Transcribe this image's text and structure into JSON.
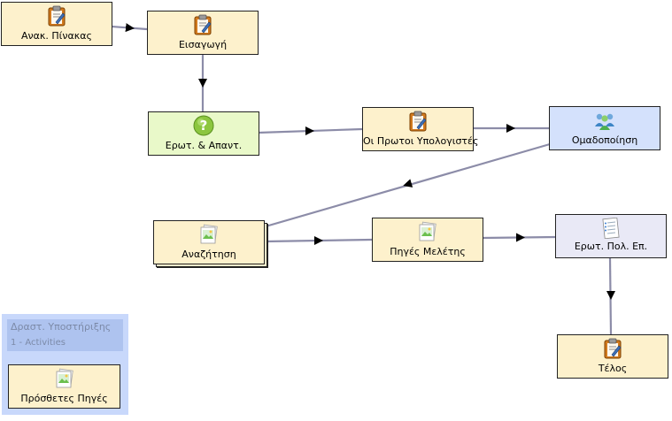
{
  "nodes": {
    "table_of_contents": "Ανακ. Πίνακας",
    "introduction": "Εισαγωγή",
    "qa": "Ερωτ. & Απαντ.",
    "first_computers": "Οι Πρωτοι Υπολογιστές",
    "grouping": "Ομαδοποίηση",
    "search": "Αναζήτηση",
    "study_sources": "Πηγές Μελέτης",
    "multiple_choice": "Ερωτ. Πολ. Επ.",
    "end": "Τέλος"
  },
  "support_panel": {
    "title": "Δραστ. Υποστήριξης",
    "count_label": "1 - Activities",
    "item": "Πρόσθετες Πηγές"
  },
  "colors": {
    "activity_fill": "#fdf1cc",
    "question_fill": "#e9f9c9",
    "grouping_fill": "#d4e1fc",
    "survey_fill": "#e9e9f6",
    "connector": "#8c8ca8",
    "support_panel": "#c8d8fb"
  },
  "icons": {
    "table_of_contents": "clipboard-icon",
    "introduction": "clipboard-icon",
    "qa": "question-icon",
    "first_computers": "clipboard-icon",
    "grouping": "people-group-icon",
    "search": "image-icon",
    "study_sources": "image-icon",
    "multiple_choice": "checklist-icon",
    "end": "clipboard-icon",
    "support_item": "image-icon"
  }
}
